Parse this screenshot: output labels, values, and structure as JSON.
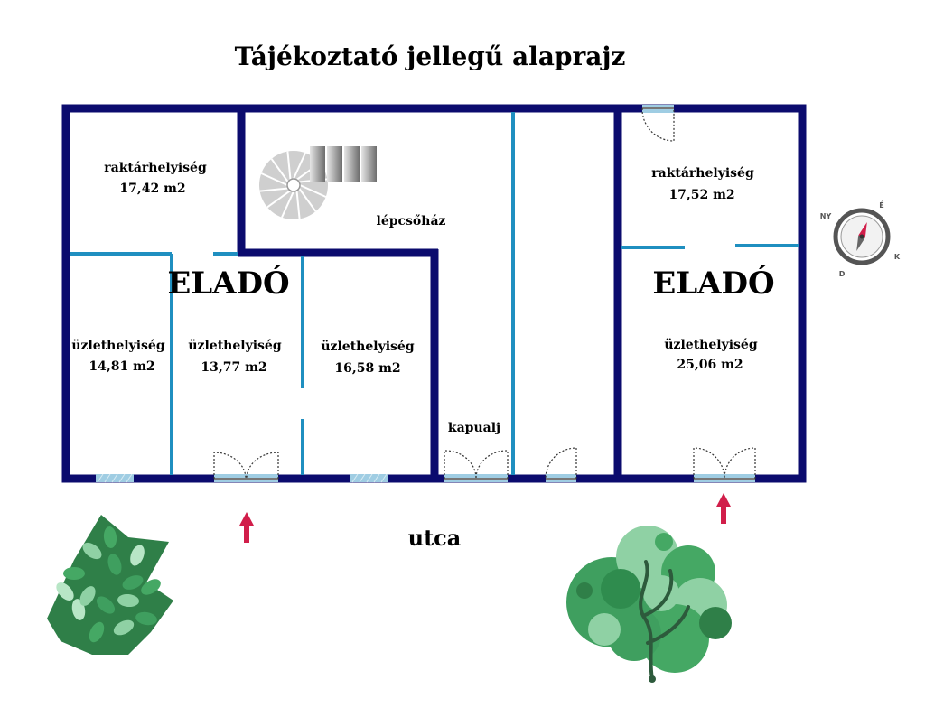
{
  "title": "Tájékoztató jellegű alaprajz",
  "labels": {
    "storage_left_name": "raktárhelyiség",
    "storage_left_area": "17,42 m2",
    "storage_right_name": "raktárhelyiség",
    "storage_right_area": "17,52 m2",
    "stairwell": "lépcsőház",
    "sale_left": "ELADÓ",
    "sale_right": "ELADÓ",
    "shop1_name": "üzlethelyiség",
    "shop1_area": "14,81 m2",
    "shop2_name": "üzlethelyiség",
    "shop2_area": "13,77 m2",
    "shop3_name": "üzlethelyiség",
    "shop3_area": "16,58 m2",
    "shop4_name": "üzlethelyiség",
    "shop4_area": "25,06 m2",
    "gateway": "kapualj",
    "street": "utca"
  },
  "compass": {
    "n": "É",
    "s": "D",
    "e": "K",
    "w": "NY"
  },
  "icons": [
    "compass-icon",
    "entrance-arrow-icon",
    "spiral-stair-icon",
    "straight-stair-icon",
    "tree-icon"
  ],
  "colors": {
    "outer_wall": "#0b0b6e",
    "inner_wall": "#1f8fc0",
    "window": "#9fcde3",
    "arrow": "#d11e4a",
    "tree_dark": "#2f8c4e",
    "tree_mid": "#45a864",
    "tree_light": "#8fd1a4"
  }
}
